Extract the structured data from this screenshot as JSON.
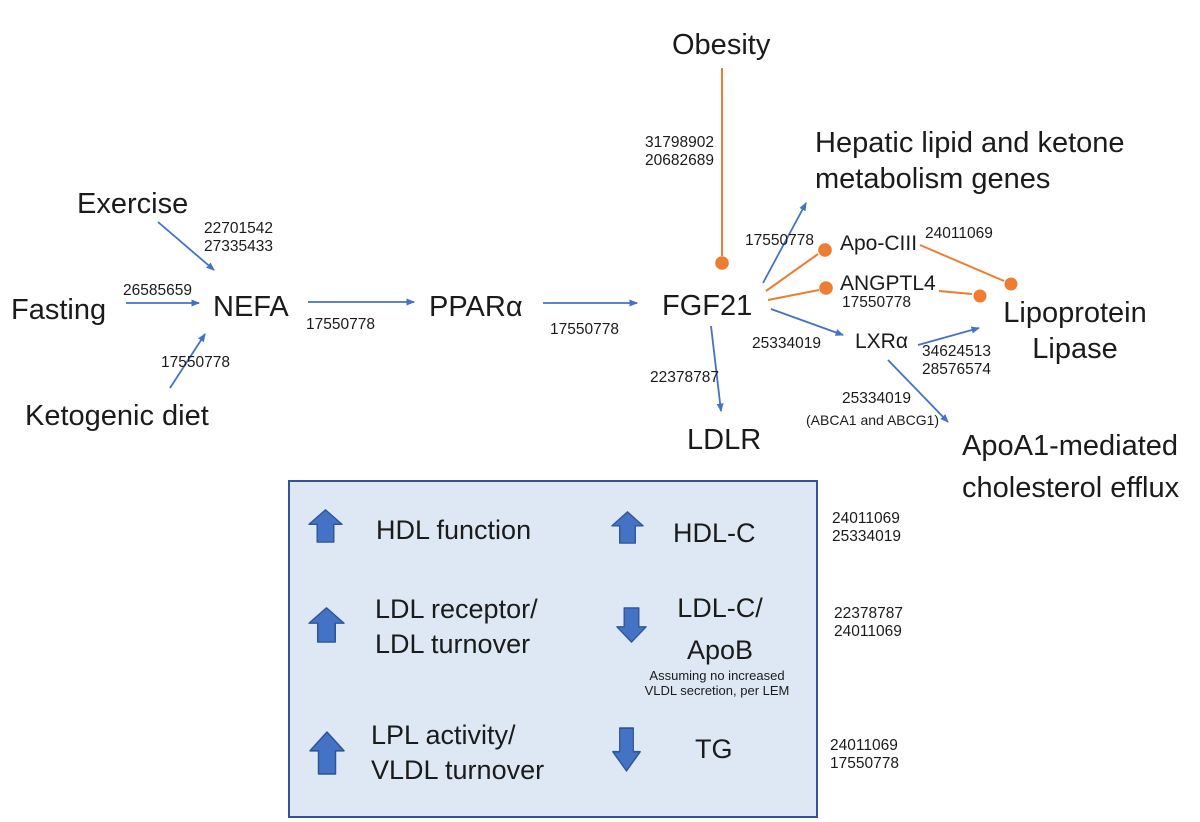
{
  "colors": {
    "accent-blue": "#4472C4",
    "accent-orange": "#ED7D31",
    "legend-fill": "#DEE8F4",
    "legend-border": "#2F5597",
    "arrow-border": "#2F5597",
    "ink": "#1b1b1b"
  },
  "diagram": {
    "nodes": {
      "obesity": "Obesity",
      "exercise": "Exercise",
      "fasting": "Fasting",
      "nefa": "NEFA",
      "ketogenic_diet": "Ketogenic diet",
      "ppara": "PPARα",
      "fgf21": "FGF21",
      "ldlr": "LDLR",
      "hepatic_genes": "Hepatic lipid and ketone\nmetabolism genes",
      "apociii": "Apo-CIII",
      "angptl4": "ANGPTL4",
      "lxra": "LXRα",
      "lipoprotein_lipase": "Lipoprotein\nLipase",
      "apoa1_efflux": "ApoA1-mediated\ncholesterol efflux"
    },
    "edge_labels": {
      "exercise_nefa": "22701542\n27335433",
      "fasting_nefa": "26585659",
      "ketogenic_nefa": "17550778",
      "nefa_ppara": "17550778",
      "ppara_fgf21": "17550778",
      "obesity_fgf21": "31798902\n20682689",
      "fgf21_hepatic": "17550778",
      "apociii_lpl": "24011069",
      "fgf21_angptl4": "17550778",
      "fgf21_lxra": "25334019",
      "lxra_lpl": "34624513\n28576574",
      "fgf21_ldlr": "22378787",
      "lxra_apoa1": "25334019",
      "lxra_apoa1_genes": "(ABCA1 and ABCG1)"
    }
  },
  "legend": {
    "rows": [
      {
        "left_dir": "up",
        "left_label": "HDL function",
        "right_dir": "up",
        "right_label": "HDL-C",
        "refs": "24011069\n25334019"
      },
      {
        "left_dir": "up",
        "left_label": "LDL receptor/\nLDL turnover",
        "right_dir": "down",
        "right_label": "LDL-C/\nApoB",
        "refs": "22378787\n24011069",
        "note": "Assuming no increased\nVLDL secretion, per LEM"
      },
      {
        "left_dir": "up",
        "left_label": "LPL activity/\nVLDL turnover",
        "right_dir": "down",
        "right_label": "TG",
        "refs": "24011069\n17550778"
      }
    ]
  }
}
